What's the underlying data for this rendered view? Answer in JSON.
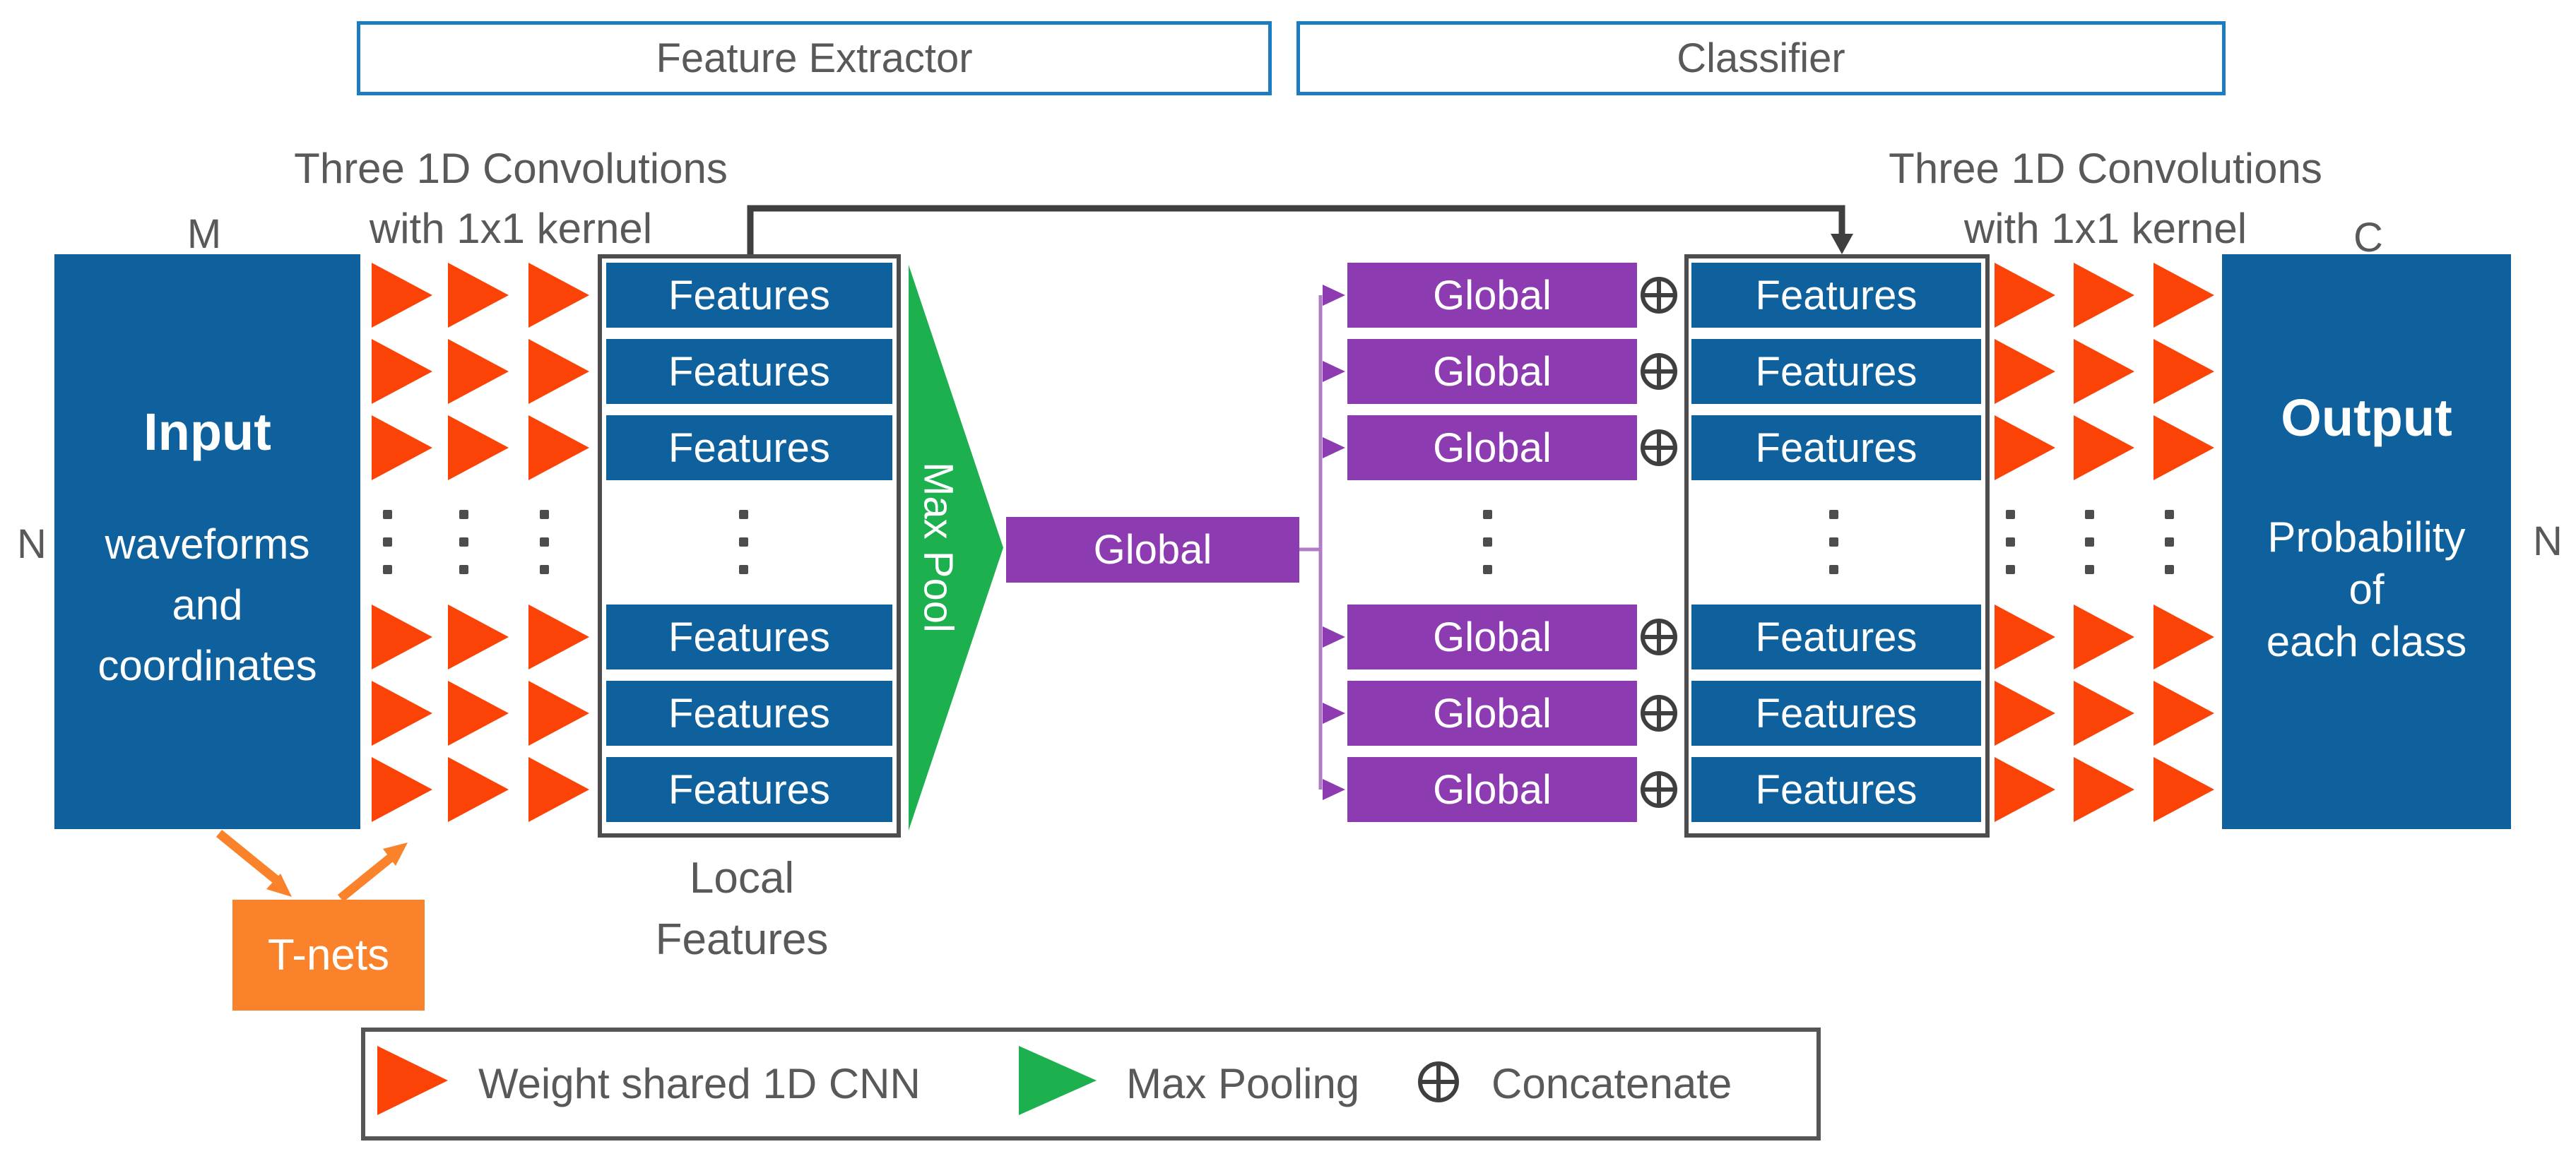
{
  "theme": {
    "blue": "#0F619E",
    "red": "#FB4307",
    "green": "#1CB04E",
    "purple": "#8C3BB0",
    "purpleLight": "#B07CC6",
    "orange": "#F9822A",
    "borderBlue": "#1B7CC1",
    "gray": "#595959",
    "line": "#3F3F3F"
  },
  "header": {
    "feature_extractor": "Feature Extractor",
    "classifier": "Classifier"
  },
  "conv_label": {
    "line1": "Three 1D Convolutions",
    "line2": "with 1x1 kernel"
  },
  "input": {
    "title": "Input",
    "line1": "waveforms",
    "line2": "and",
    "line3": "coordinates",
    "dim_top": "M",
    "dim_side": "N"
  },
  "output": {
    "title": "Output",
    "line1": "Probability",
    "line2": "of",
    "line3": "each class",
    "dim_top": "C",
    "dim_side": "N"
  },
  "labels": {
    "features": "Features",
    "global": "Global",
    "max_pool": "Max Pool",
    "local_line1": "Local",
    "local_line2": "Features",
    "tnets": "T-nets"
  },
  "legend": {
    "cnn": "Weight shared 1D CNN",
    "pool": "Max Pooling",
    "concat": "Concatenate"
  }
}
